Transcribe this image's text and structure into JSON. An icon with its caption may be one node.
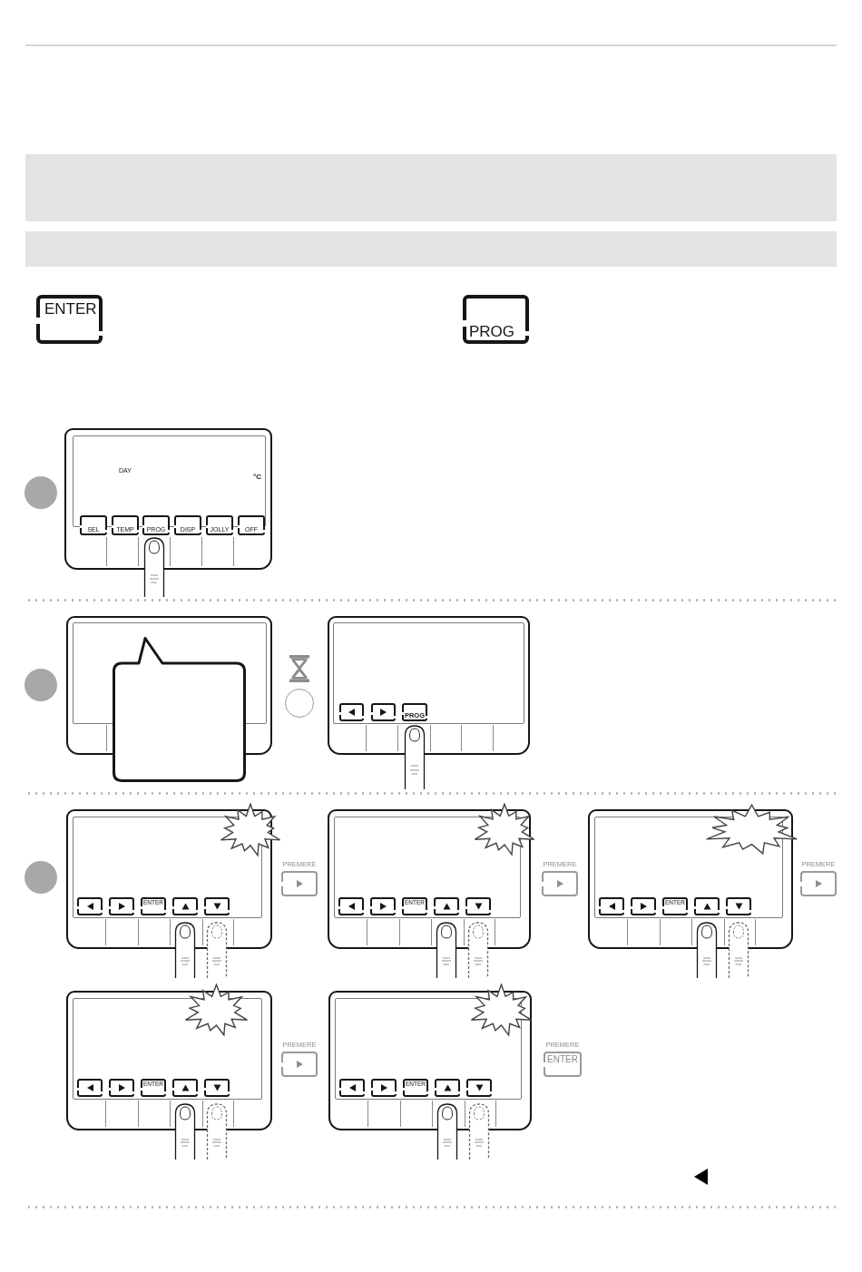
{
  "diagram": {
    "nodes": [
      {
        "text": [],
        "shape": "band"
      },
      {
        "text": [],
        "shape": "band"
      },
      {
        "text": [
          "ENTER"
        ]
      },
      {
        "text": [
          "PROG"
        ]
      },
      {
        "text": [],
        "shape": "circle"
      },
      {
        "text": [
          "DAY",
          "°C"
        ]
      },
      {
        "text": [
          "SEL"
        ],
        "in": 5
      },
      {
        "text": [
          "TEMP"
        ],
        "in": 5
      },
      {
        "text": [
          "PROG"
        ],
        "in": 5
      },
      {
        "text": [
          "DISP"
        ],
        "in": 5
      },
      {
        "text": [
          "JOLLY"
        ],
        "in": 5
      },
      {
        "text": [
          "OFF"
        ],
        "in": 5
      },
      {
        "text": [],
        "shape": "circle"
      },
      {
        "text": [],
        "shape": "box"
      },
      {
        "text": [],
        "shape": "bubble"
      },
      {
        "text": [],
        "shape": "circle"
      },
      {
        "text": [],
        "shape": "box"
      },
      {
        "text": [],
        "shape": "box",
        "in": 16
      },
      {
        "text": [],
        "shape": "box",
        "in": 16
      },
      {
        "text": [
          "PROG"
        ],
        "in": 16
      },
      {
        "text": [],
        "shape": "circle"
      },
      {
        "text": [],
        "shape": "box"
      },
      {
        "text": [],
        "shape": "box",
        "in": 21
      },
      {
        "text": [],
        "shape": "box",
        "in": 21
      },
      {
        "text": [
          "ENTER"
        ],
        "in": 21
      },
      {
        "text": [],
        "shape": "box",
        "in": 21
      },
      {
        "text": [],
        "shape": "box",
        "in": 21
      },
      {
        "text": [],
        "shape": "star"
      },
      {
        "text": [
          "PREMERE"
        ]
      },
      {
        "text": [],
        "shape": "box"
      },
      {
        "text": [],
        "shape": "box",
        "in": 29
      },
      {
        "text": [],
        "shape": "box",
        "in": 29
      },
      {
        "text": [
          "ENTER"
        ],
        "in": 29
      },
      {
        "text": [],
        "shape": "box",
        "in": 29
      },
      {
        "text": [],
        "shape": "box",
        "in": 29
      },
      {
        "text": [],
        "shape": "star"
      },
      {
        "text": [
          "PREMERE"
        ]
      },
      {
        "text": [],
        "shape": "box"
      },
      {
        "text": [],
        "shape": "box",
        "in": 37
      },
      {
        "text": [],
        "shape": "box",
        "in": 37
      },
      {
        "text": [
          "ENTER"
        ],
        "in": 37
      },
      {
        "text": [],
        "shape": "box",
        "in": 37
      },
      {
        "text": [],
        "shape": "box",
        "in": 37
      },
      {
        "text": [],
        "shape": "star"
      },
      {
        "text": [
          "PREMERE"
        ]
      },
      {
        "text": [],
        "shape": "box"
      },
      {
        "text": [],
        "shape": "box",
        "in": 45
      },
      {
        "text": [],
        "shape": "box",
        "in": 45
      },
      {
        "text": [
          "ENTER"
        ],
        "in": 45
      },
      {
        "text": [],
        "shape": "box",
        "in": 45
      },
      {
        "text": [],
        "shape": "box",
        "in": 45
      },
      {
        "text": [],
        "shape": "star"
      },
      {
        "text": [
          "PREMERE"
        ]
      },
      {
        "text": [],
        "shape": "box"
      },
      {
        "text": [],
        "shape": "box",
        "in": 53
      },
      {
        "text": [],
        "shape": "box",
        "in": 53
      },
      {
        "text": [
          "ENTER"
        ],
        "in": 53
      },
      {
        "text": [],
        "shape": "box",
        "in": 53
      },
      {
        "text": [],
        "shape": "box",
        "in": 53
      },
      {
        "text": [],
        "shape": "star"
      },
      {
        "text": [
          "PREMERE",
          "ENTER"
        ]
      }
    ]
  }
}
